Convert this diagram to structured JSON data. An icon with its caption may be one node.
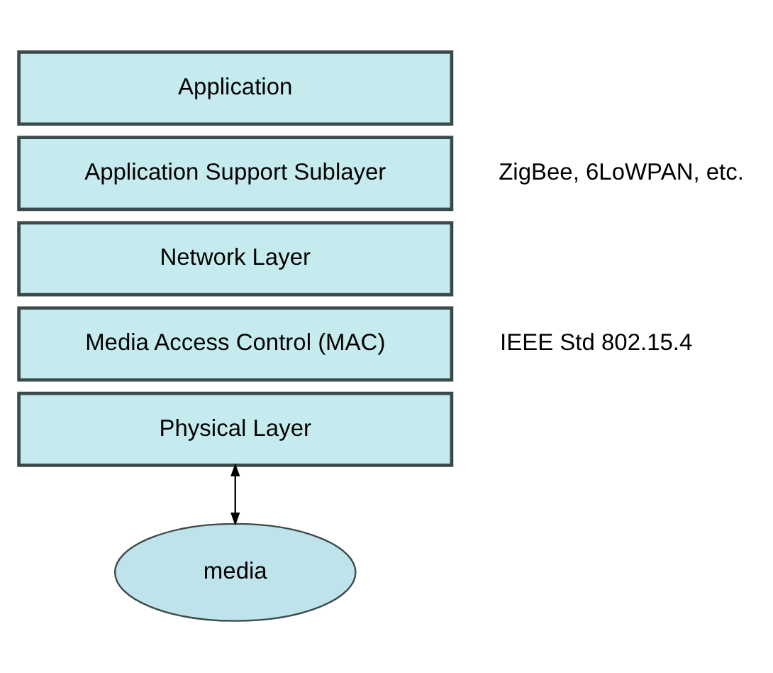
{
  "diagram": {
    "nodes": [
      {
        "text": [
          "Application"
        ]
      },
      {
        "text": [
          "Application Support Sublayer"
        ]
      },
      {
        "text": [
          "Network Layer"
        ]
      },
      {
        "text": [
          "Media Access Control (MAC)"
        ]
      },
      {
        "text": [
          "Physical Layer"
        ]
      },
      {
        "text": [
          "media"
        ]
      }
    ],
    "edges": [
      {
        "from": 4,
        "to": 5,
        "arrow": "both"
      }
    ],
    "labels": [
      "ZigBee, 6LoWPAN, etc.",
      "IEEE Std 802.15.4"
    ]
  }
}
